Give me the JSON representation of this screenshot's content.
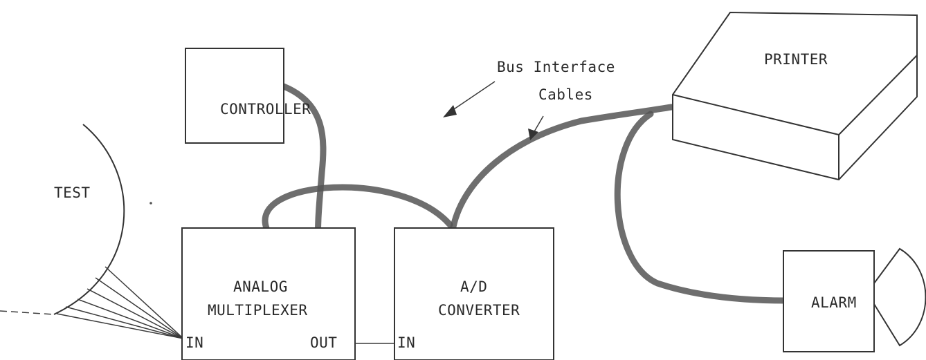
{
  "blocks": {
    "controller": "CONTROLLER",
    "printer": "PRINTER",
    "test": "TEST",
    "analog_line1": "ANALOG",
    "analog_line2": "MULTIPLEXER",
    "analog_in": "IN",
    "analog_out": "OUT",
    "adc_line1": "A/D",
    "adc_line2": "CONVERTER",
    "adc_in": "IN",
    "alarm": "ALARM"
  },
  "annotation": {
    "line1": "Bus Interface",
    "line2": "Cables"
  }
}
